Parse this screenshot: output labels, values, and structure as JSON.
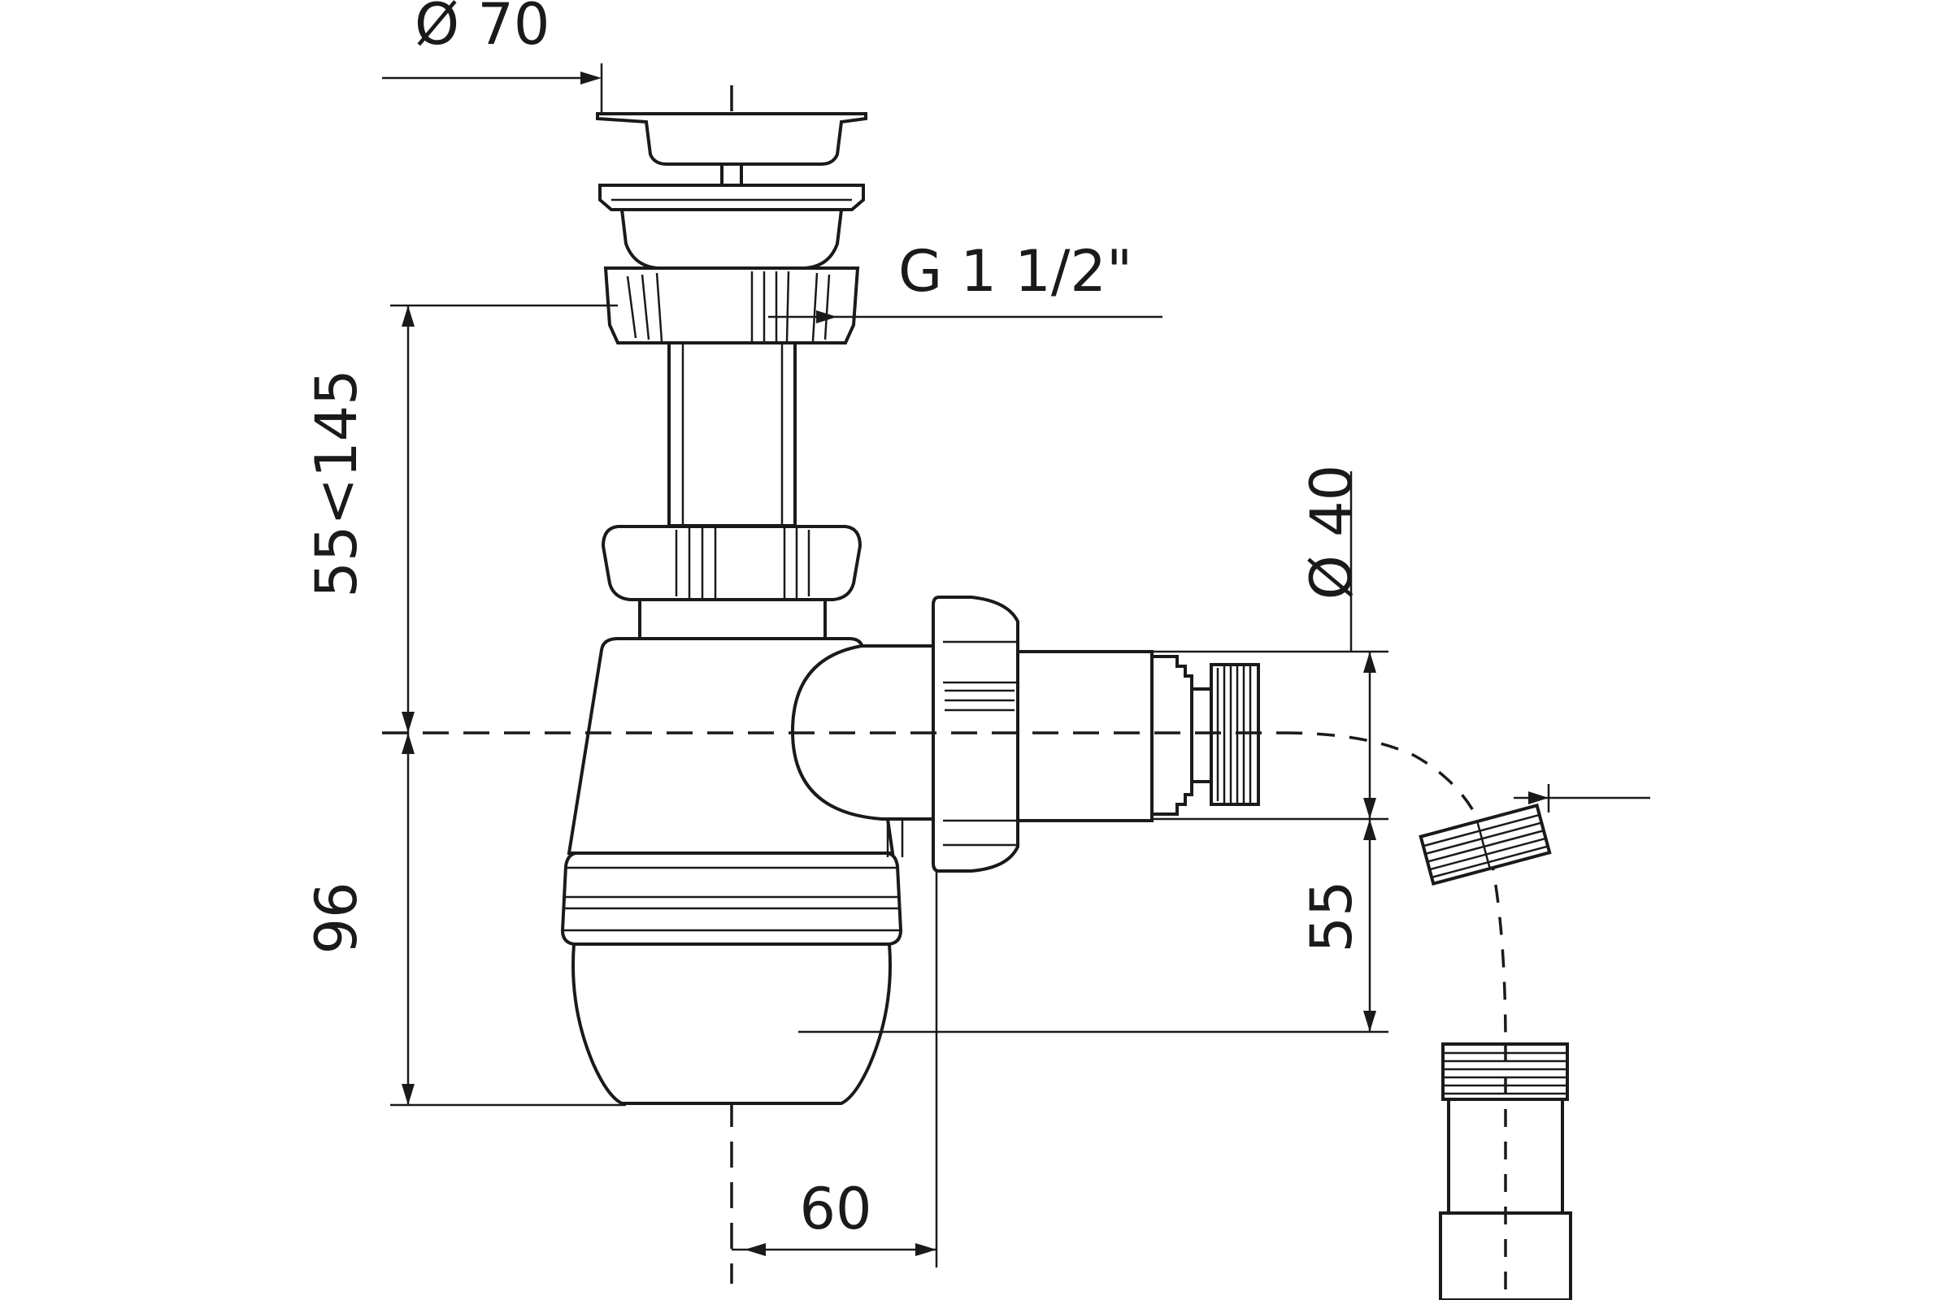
{
  "dimensions": {
    "strainer_diameter": "Ø 70",
    "thread": "G 1 1/2\"",
    "height_adjust": "55<145",
    "trap_depth": "96",
    "outlet_diameter": "Ø 40",
    "outlet_height": "55",
    "offset": "60"
  },
  "colors": {
    "line": "#1a1a1a",
    "background": "#ffffff"
  }
}
